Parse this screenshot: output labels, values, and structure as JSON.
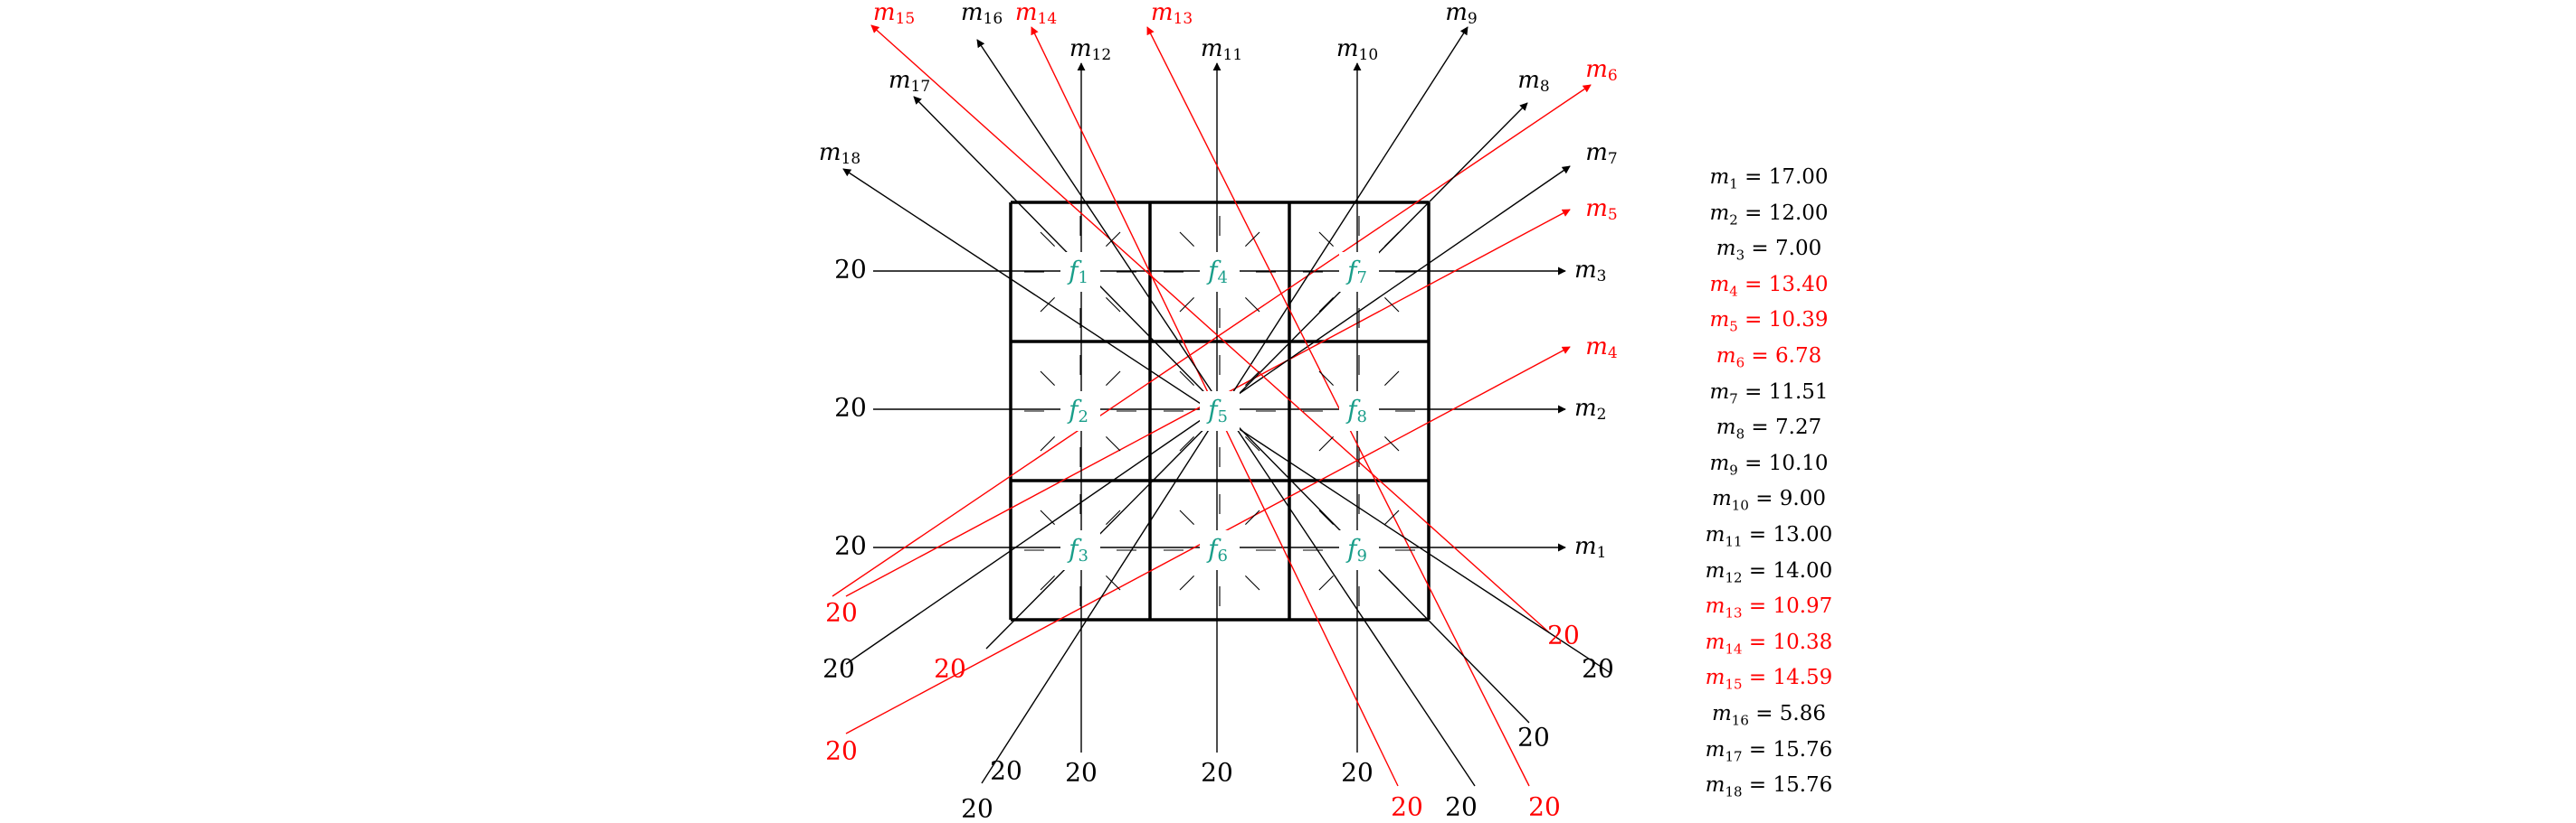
{
  "colors": {
    "measured": "#000000",
    "highlight": "#ff0000",
    "cell_label": "#1a9e8a"
  },
  "cells": [
    {
      "id": "f1",
      "letter": "f",
      "sub": "1"
    },
    {
      "id": "f2",
      "letter": "f",
      "sub": "2"
    },
    {
      "id": "f3",
      "letter": "f",
      "sub": "3"
    },
    {
      "id": "f4",
      "letter": "f",
      "sub": "4"
    },
    {
      "id": "f5",
      "letter": "f",
      "sub": "5"
    },
    {
      "id": "f6",
      "letter": "f",
      "sub": "6"
    },
    {
      "id": "f7",
      "letter": "f",
      "sub": "7"
    },
    {
      "id": "f8",
      "letter": "f",
      "sub": "8"
    },
    {
      "id": "f9",
      "letter": "f",
      "sub": "9"
    }
  ],
  "source_value": "20",
  "rays": [
    {
      "id": 1,
      "label_letter": "m",
      "label_sub": "1",
      "highlight": false
    },
    {
      "id": 2,
      "label_letter": "m",
      "label_sub": "2",
      "highlight": false
    },
    {
      "id": 3,
      "label_letter": "m",
      "label_sub": "3",
      "highlight": false
    },
    {
      "id": 4,
      "label_letter": "m",
      "label_sub": "4",
      "highlight": true
    },
    {
      "id": 5,
      "label_letter": "m",
      "label_sub": "5",
      "highlight": true
    },
    {
      "id": 6,
      "label_letter": "m",
      "label_sub": "6",
      "highlight": true
    },
    {
      "id": 7,
      "label_letter": "m",
      "label_sub": "7",
      "highlight": false
    },
    {
      "id": 8,
      "label_letter": "m",
      "label_sub": "8",
      "highlight": false
    },
    {
      "id": 9,
      "label_letter": "m",
      "label_sub": "9",
      "highlight": false
    },
    {
      "id": 10,
      "label_letter": "m",
      "label_sub": "10",
      "highlight": false
    },
    {
      "id": 11,
      "label_letter": "m",
      "label_sub": "11",
      "highlight": false
    },
    {
      "id": 12,
      "label_letter": "m",
      "label_sub": "12",
      "highlight": false
    },
    {
      "id": 13,
      "label_letter": "m",
      "label_sub": "13",
      "highlight": true
    },
    {
      "id": 14,
      "label_letter": "m",
      "label_sub": "14",
      "highlight": true
    },
    {
      "id": 15,
      "label_letter": "m",
      "label_sub": "15",
      "highlight": true
    },
    {
      "id": 16,
      "label_letter": "m",
      "label_sub": "16",
      "highlight": false
    },
    {
      "id": 17,
      "label_letter": "m",
      "label_sub": "17",
      "highlight": false
    },
    {
      "id": 18,
      "label_letter": "m",
      "label_sub": "18",
      "highlight": false
    }
  ],
  "measurements": [
    {
      "letter": "m",
      "sub": "1",
      "value": "17.00",
      "highlight": false
    },
    {
      "letter": "m",
      "sub": "2",
      "value": "12.00",
      "highlight": false
    },
    {
      "letter": "m",
      "sub": "3",
      "value": "7.00",
      "highlight": false
    },
    {
      "letter": "m",
      "sub": "4",
      "value": "13.40",
      "highlight": true
    },
    {
      "letter": "m",
      "sub": "5",
      "value": "10.39",
      "highlight": true
    },
    {
      "letter": "m",
      "sub": "6",
      "value": "6.78",
      "highlight": true
    },
    {
      "letter": "m",
      "sub": "7",
      "value": "11.51",
      "highlight": false
    },
    {
      "letter": "m",
      "sub": "8",
      "value": "7.27",
      "highlight": false
    },
    {
      "letter": "m",
      "sub": "9",
      "value": "10.10",
      "highlight": false
    },
    {
      "letter": "m",
      "sub": "10",
      "value": "9.00",
      "highlight": false
    },
    {
      "letter": "m",
      "sub": "11",
      "value": "13.00",
      "highlight": false
    },
    {
      "letter": "m",
      "sub": "12",
      "value": "14.00",
      "highlight": false
    },
    {
      "letter": "m",
      "sub": "13",
      "value": "10.97",
      "highlight": true
    },
    {
      "letter": "m",
      "sub": "14",
      "value": "10.38",
      "highlight": true
    },
    {
      "letter": "m",
      "sub": "15",
      "value": "14.59",
      "highlight": true
    },
    {
      "letter": "m",
      "sub": "16",
      "value": "5.86",
      "highlight": false
    },
    {
      "letter": "m",
      "sub": "17",
      "value": "15.76",
      "highlight": false
    },
    {
      "letter": "m",
      "sub": "18",
      "value": "15.76",
      "highlight": false
    }
  ]
}
